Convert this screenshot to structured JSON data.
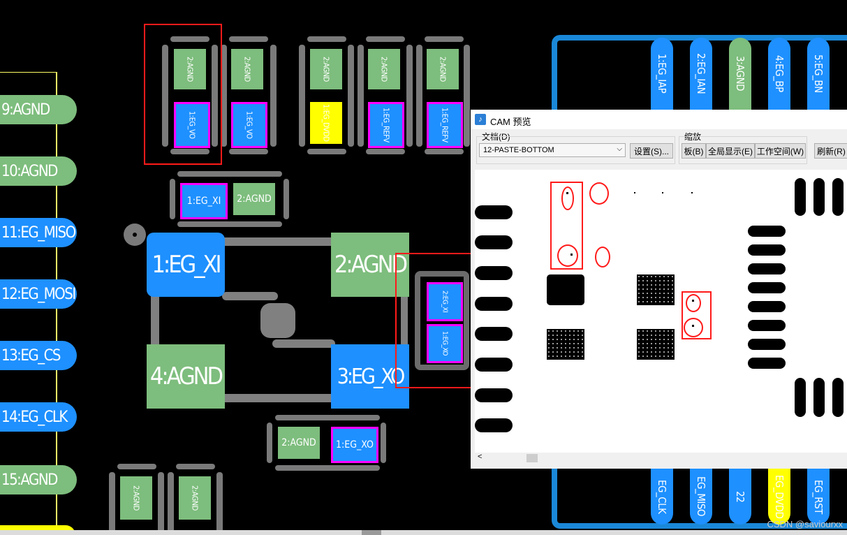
{
  "left_pins": [
    "9:AGND",
    "10:AGND",
    "11:EG_MISO",
    "12:EG_MOSI",
    "13:EG_CS",
    "14:EG_CLK",
    "15:AGND"
  ],
  "top_caps": [
    {
      "top": "2:AGND",
      "bottom": "1:EG_VO",
      "bottom_color": "blue"
    },
    {
      "top": "2:AGND",
      "bottom": "1:EG_VO",
      "bottom_color": "blue"
    },
    {
      "top": "2:AGND",
      "bottom": "1:EG_DVDD",
      "bottom_color": "yellow"
    },
    {
      "top": "2:AGND",
      "bottom": "1:EG_REFV",
      "bottom_color": "blue"
    },
    {
      "top": "2:AGND",
      "bottom": "1:EG_REFV",
      "bottom_color": "blue"
    }
  ],
  "cap_xi_horizontal": {
    "left": "1:EG_XI",
    "right": "2:AGND"
  },
  "cap_xo_horizontal": {
    "left": "2:AGND",
    "right": "1:EG_XO"
  },
  "cap_vertical_right": {
    "top": "2:EG_XI",
    "bottom": "1:EG_XO"
  },
  "crystal": {
    "pad1": "1:EG_XI",
    "pad2": "2:AGND",
    "pad3": "3:EG_XO",
    "pad4": "4:AGND"
  },
  "bottom_caps": [
    "2:AGND",
    "2:AGND"
  ],
  "connector_top_pins": [
    {
      "label": "1:EG_IAP",
      "color": "blue"
    },
    {
      "label": "2:EG_IAN",
      "color": "blue"
    },
    {
      "label": "3:AGND",
      "color": "green"
    },
    {
      "label": "4:EG_BP",
      "color": "blue"
    },
    {
      "label": "5:EG_BN",
      "color": "blue"
    }
  ],
  "connector_bottom_pins": [
    {
      "label": "EG_CLK",
      "color": "blue"
    },
    {
      "label": "EG_MISO",
      "color": "blue"
    },
    {
      "label": "22",
      "color": "blue"
    },
    {
      "label": "EG_DVDD",
      "color": "yellow"
    },
    {
      "label": "EG_RST",
      "color": "blue"
    }
  ],
  "cam_window": {
    "title": "CAM 预览",
    "document_label": "文档(D)",
    "document_value": "12-PASTE-BOTTOM",
    "settings_button": "设置(S)...",
    "zoom_label": "缩放",
    "board_button": "板(B)",
    "fit_all_button": "全局显示(E)",
    "workspace_button": "工作空间(W)",
    "refresh_button": "刷新(R)"
  },
  "watermark": "CSDN @saviourxx",
  "colors": {
    "green_pad": "#7dbd7d",
    "blue_pad": "#1e90ff",
    "yellow_pad": "#ffff00",
    "magenta": "#ff00ff",
    "highlight": "#ff1a1a",
    "connector_outline": "#1a88d8"
  }
}
